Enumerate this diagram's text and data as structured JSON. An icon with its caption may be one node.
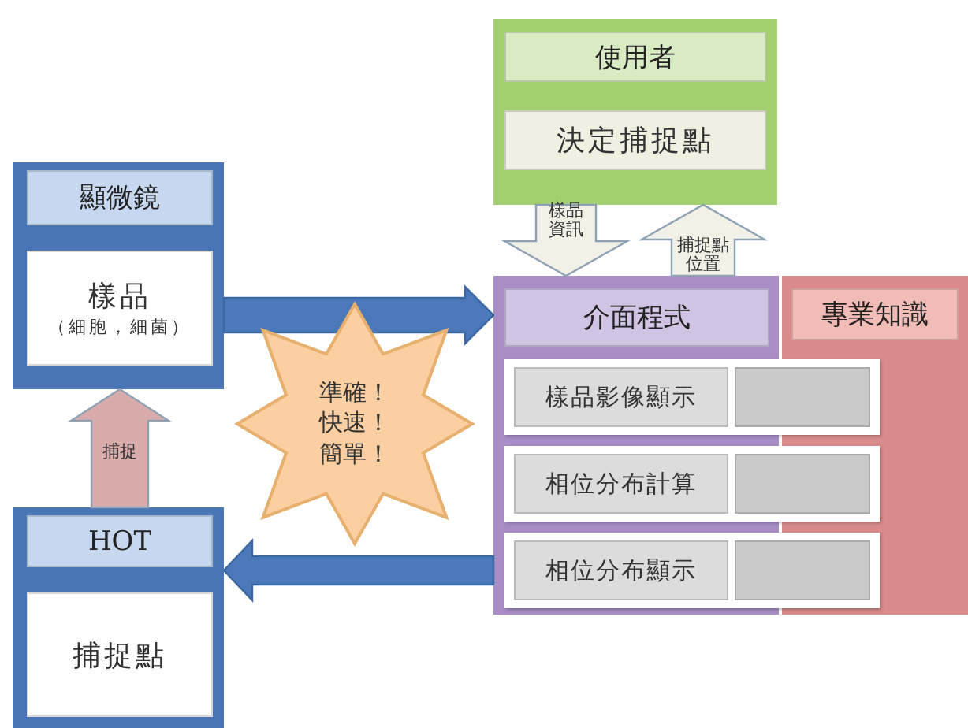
{
  "diagram": {
    "nodes": [
      {
        "text": [
          "顯微鏡"
        ]
      },
      {
        "text": [
          "樣品",
          "（細胞，細菌）"
        ],
        "in": 0
      },
      {
        "text": [
          "HOT"
        ]
      },
      {
        "text": [
          "捕捉點"
        ],
        "in": 2
      },
      {
        "text": [
          "使用者"
        ]
      },
      {
        "text": [
          "決定捕捉點"
        ],
        "in": 4
      },
      {
        "text": [
          "介面程式"
        ]
      },
      {
        "text": [
          "專業知識"
        ]
      },
      {
        "text": [
          "樣品影像顯示"
        ],
        "in": 6
      },
      {
        "text": [],
        "shape": "box"
      },
      {
        "text": [
          "相位分布計算"
        ],
        "in": 6
      },
      {
        "text": [],
        "shape": "box"
      },
      {
        "text": [
          "相位分布顯示"
        ],
        "in": 6
      },
      {
        "text": [],
        "shape": "box"
      },
      {
        "text": [
          "準確！快速！簡單！"
        ]
      }
    ],
    "edges": [
      {
        "from": 0,
        "to": 6,
        "arrow": "to"
      },
      {
        "from": 6,
        "to": 2,
        "arrow": "to"
      },
      {
        "from": 2,
        "to": 0,
        "arrow": "to",
        "label": "捕捉",
        "color": "#d9acab"
      },
      {
        "from": 4,
        "to": 6,
        "arrow": "to",
        "label": "樣品資訊",
        "color": "#f1f1e8"
      },
      {
        "from": 6,
        "to": 4,
        "arrow": "to",
        "label": "捕捉點位置",
        "color": "#f1f1e8"
      }
    ]
  }
}
